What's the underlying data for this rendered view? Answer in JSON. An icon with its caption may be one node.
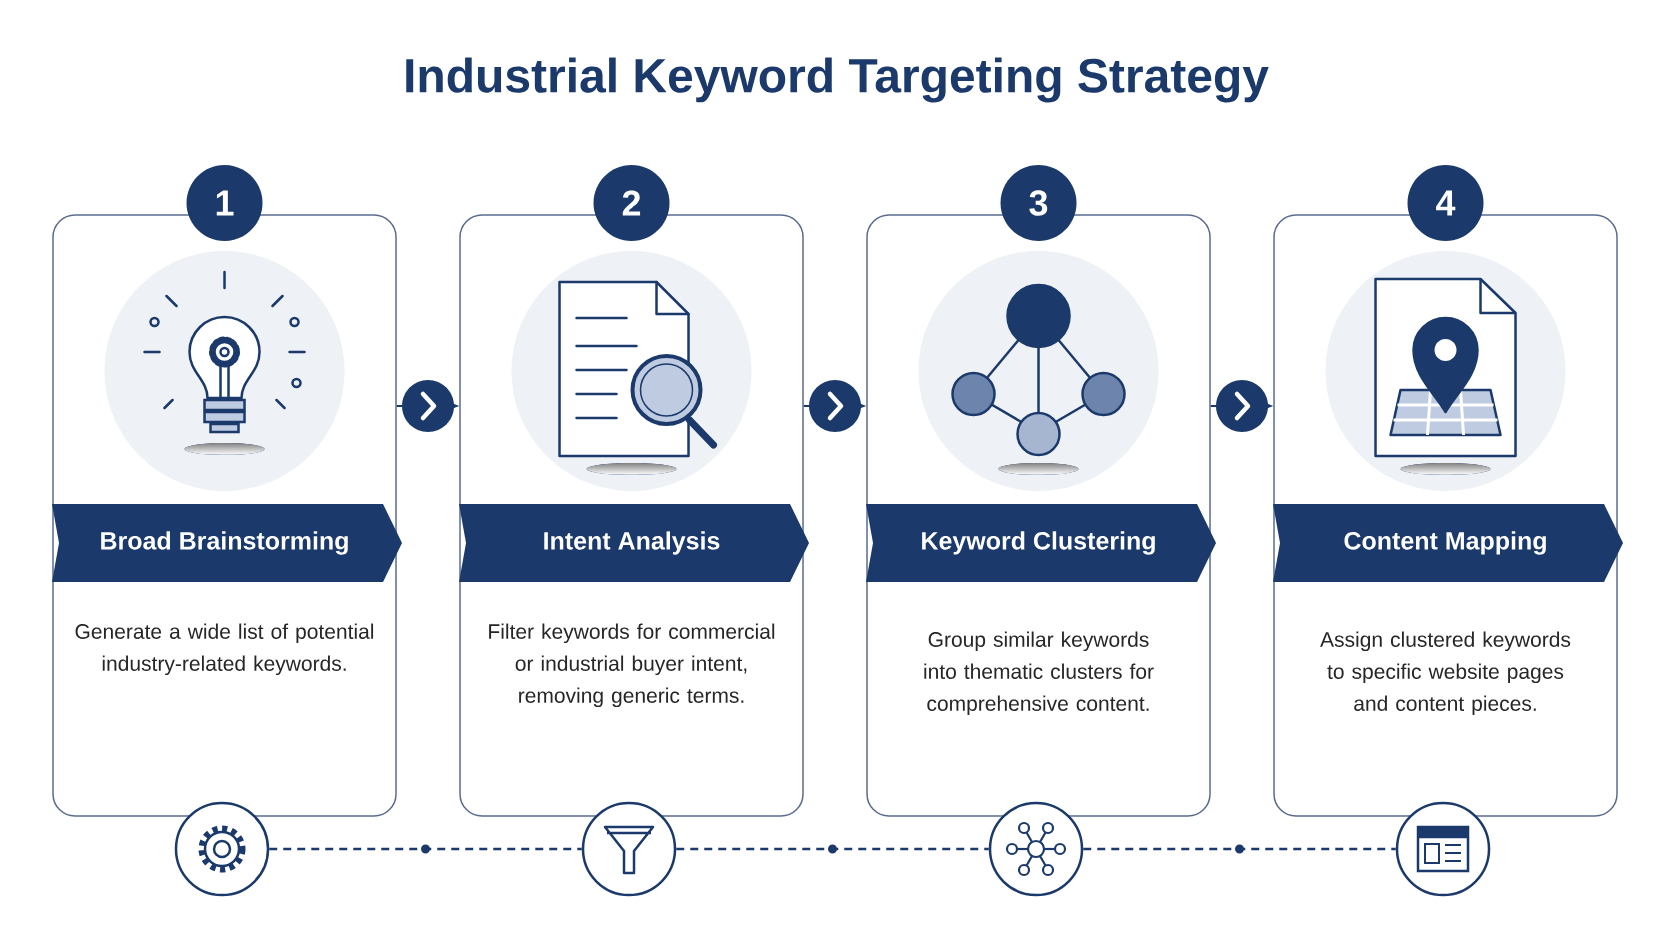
{
  "diagram": {
    "title": "Industrial Keyword Targeting Strategy",
    "nodes": [
      {
        "text": [
          "1"
        ]
      },
      {
        "text": [
          "Broad Brainstorming",
          "Generate a wide list of potential industry-related keywords."
        ]
      },
      {
        "text": [
          "2"
        ]
      },
      {
        "text": [
          "Intent Analysis",
          "Filter keywords for commercial or industrial buyer intent, removing generic terms."
        ]
      },
      {
        "text": [
          "3"
        ]
      },
      {
        "text": [
          "Keyword Clustering",
          "Group similar keywords into thematic clusters for comprehensive content."
        ]
      },
      {
        "text": [
          "4"
        ]
      },
      {
        "text": [
          "Content Mapping",
          "Assign clustered keywords to specific website pages and content pieces."
        ]
      },
      {
        "text": [],
        "shape": "circle"
      },
      {
        "text": [],
        "shape": "circle"
      },
      {
        "text": [],
        "shape": "circle"
      },
      {
        "text": [],
        "shape": "circle"
      }
    ],
    "edges": [
      {
        "from": 1,
        "to": 3,
        "arrow": "to"
      },
      {
        "from": 3,
        "to": 5,
        "arrow": "to"
      },
      {
        "from": 5,
        "to": 7,
        "arrow": "to"
      },
      {
        "from": 8,
        "to": 9,
        "arrow": "none",
        "style": "dashed"
      },
      {
        "from": 9,
        "to": 10,
        "arrow": "none",
        "style": "dashed"
      },
      {
        "from": 10,
        "to": 11,
        "arrow": "none",
        "style": "dashed"
      }
    ]
  }
}
